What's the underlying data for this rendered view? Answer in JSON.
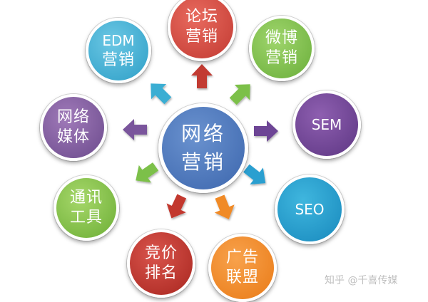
{
  "center": {
    "line1": "网络",
    "line2": "营销"
  },
  "nodes": {
    "forum": {
      "line1": "论坛",
      "line2": "营销"
    },
    "weibo": {
      "line1": "微博",
      "line2": "营销"
    },
    "edm": {
      "line1": "EDM",
      "line2": "营销"
    },
    "media": {
      "line1": "网络",
      "line2": "媒体"
    },
    "sem": {
      "label": "SEM"
    },
    "comm": {
      "line1": "通讯",
      "line2": "工具"
    },
    "seo": {
      "label": "SEO"
    },
    "bid": {
      "line1": "竞价",
      "line2": "排名"
    },
    "ad": {
      "line1": "广告",
      "line2": "联盟"
    }
  },
  "watermark": "知乎 @千喜传媒",
  "colors": {
    "forum": "#c23a32",
    "weibo": "#6aae3a",
    "edm": "#2e9fc7",
    "media": "#6b4a8c",
    "sem": "#5d3683",
    "center": "#3c66ad",
    "comm": "#6cae35",
    "seo": "#1889bd",
    "bid": "#a8261f",
    "ad": "#e97a16"
  }
}
